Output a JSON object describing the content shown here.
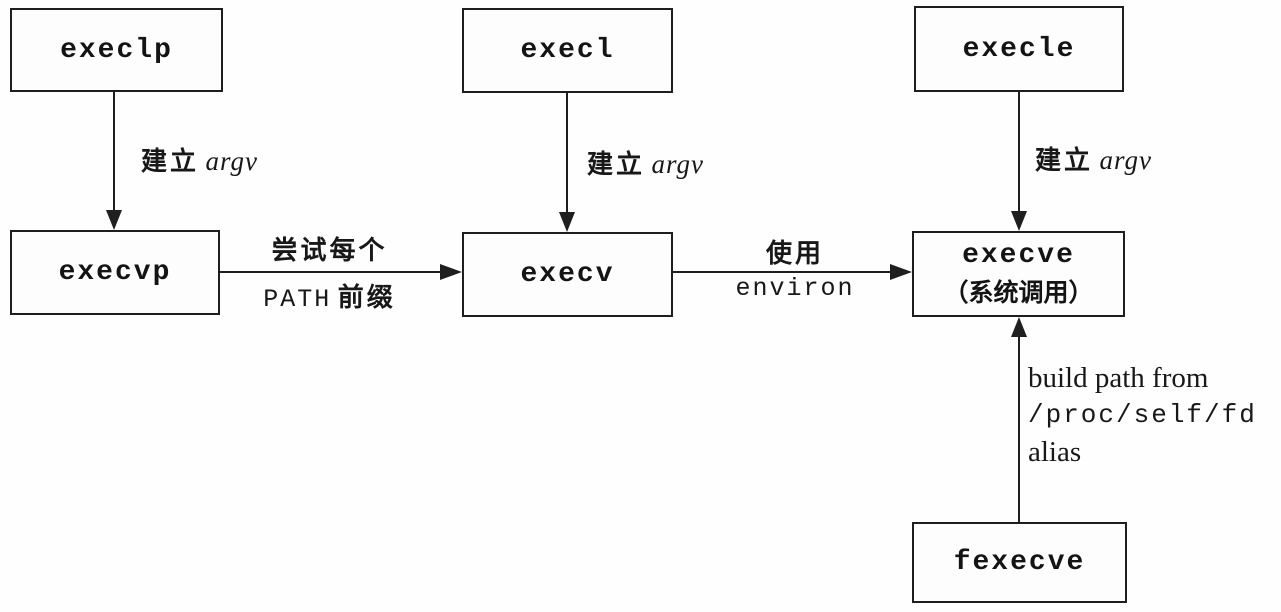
{
  "nodes": {
    "execlp": {
      "label": "execlp"
    },
    "execl": {
      "label": "execl"
    },
    "execle": {
      "label": "execle"
    },
    "execvp": {
      "label": "execvp"
    },
    "execv": {
      "label": "execv"
    },
    "execve": {
      "label": "execve",
      "sublabel": "（系统调用）"
    },
    "fexecve": {
      "label": "fexecve"
    }
  },
  "edges": {
    "execlp_execvp": {
      "cjk": "建立",
      "var": "argv"
    },
    "execl_execv": {
      "cjk": "建立",
      "var": "argv"
    },
    "execle_execve": {
      "cjk": "建立",
      "var": "argv"
    },
    "execvp_execv": {
      "line1": "尝试每个",
      "line2_code": "PATH",
      "line2_cjk": "前缀"
    },
    "execv_execve": {
      "line1": "使用",
      "line2": "environ"
    },
    "fexecve_execve": {
      "line1": "build path from",
      "line2": "/proc/self/fd",
      "line3": "alias"
    }
  },
  "colors": {
    "line": "#1f1f1f",
    "background": "#fefefe",
    "text": "#151515"
  }
}
